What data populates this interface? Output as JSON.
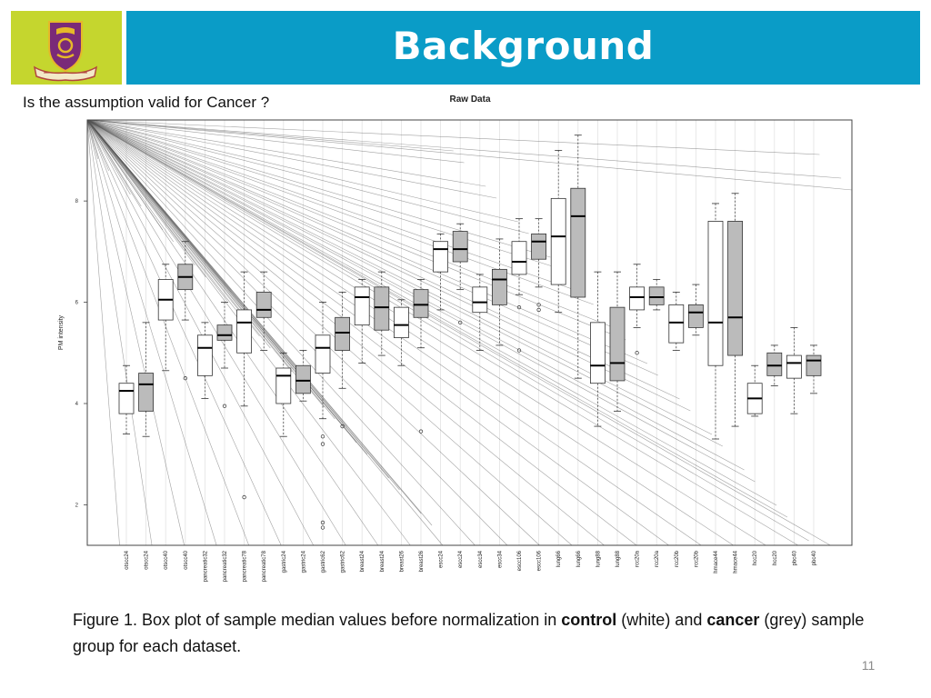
{
  "header": {
    "title": "Background",
    "bar_color": "#0a9cc7",
    "logo_bg_color": "#c5d62e",
    "logo_icon": "university-crest-icon"
  },
  "question": "Is the assumption valid for Cancer ?",
  "caption": {
    "part1": "Figure 1. Box plot of sample median values before normalization in ",
    "bold1": "control",
    "part2": " (white) and ",
    "bold2": "cancer",
    "part3": " (grey) sample group for each dataset."
  },
  "page_number": "11",
  "chart_data": {
    "type": "box",
    "title": "Raw Data",
    "ylabel": "PM intensity",
    "xlabel": "",
    "ylim": [
      1.2,
      9.6
    ],
    "yticks": [
      2,
      4,
      6,
      8
    ],
    "grid": true,
    "colors": {
      "control": "#ffffff",
      "cancer": "#bbbbbb"
    },
    "categories": [
      "otscc24",
      "otscc24",
      "otscc40",
      "otscc40",
      "pancreatic32",
      "pancreatic32",
      "pancreatic78",
      "pancreatic78",
      "gastric24",
      "gastric24",
      "gastric62",
      "gastric62",
      "breast24",
      "breast24",
      "breast26",
      "breast26",
      "escc24",
      "escc24",
      "escc34",
      "escc34",
      "escc106",
      "escc106",
      "lung66",
      "lung66",
      "lung88",
      "lung88",
      "rcc20a",
      "rcc20a",
      "rcc20b",
      "rcc20b",
      "hmace44",
      "hmace44",
      "hcc20",
      "hcc20",
      "pbc40",
      "pbc40"
    ],
    "groups": [
      "control",
      "cancer",
      "control",
      "cancer",
      "control",
      "cancer",
      "control",
      "cancer",
      "control",
      "cancer",
      "control",
      "cancer",
      "control",
      "cancer",
      "control",
      "cancer",
      "control",
      "cancer",
      "control",
      "cancer",
      "control",
      "cancer",
      "control",
      "cancer",
      "control",
      "cancer",
      "control",
      "cancer",
      "control",
      "cancer",
      "control",
      "cancer",
      "control",
      "cancer",
      "control",
      "cancer"
    ],
    "boxes": [
      {
        "lw": 3.4,
        "q1": 3.8,
        "med": 4.25,
        "q3": 4.4,
        "uw": 4.75,
        "outliers": []
      },
      {
        "lw": 3.35,
        "q1": 3.85,
        "med": 4.38,
        "q3": 4.6,
        "uw": 5.6,
        "outliers": []
      },
      {
        "lw": 4.65,
        "q1": 5.65,
        "med": 6.05,
        "q3": 6.45,
        "uw": 6.75,
        "outliers": []
      },
      {
        "lw": 5.65,
        "q1": 6.25,
        "med": 6.5,
        "q3": 6.75,
        "uw": 7.2,
        "outliers": [
          4.5
        ]
      },
      {
        "lw": 4.1,
        "q1": 4.55,
        "med": 5.1,
        "q3": 5.35,
        "uw": 5.6,
        "outliers": []
      },
      {
        "lw": 4.7,
        "q1": 5.25,
        "med": 5.35,
        "q3": 5.55,
        "uw": 6.0,
        "outliers": [
          3.95
        ]
      },
      {
        "lw": 3.95,
        "q1": 5.0,
        "med": 5.6,
        "q3": 5.85,
        "uw": 6.6,
        "outliers": [
          2.15
        ]
      },
      {
        "lw": 5.05,
        "q1": 5.7,
        "med": 5.85,
        "q3": 6.2,
        "uw": 6.6,
        "outliers": []
      },
      {
        "lw": 3.35,
        "q1": 4.0,
        "med": 4.55,
        "q3": 4.7,
        "uw": 5.0,
        "outliers": []
      },
      {
        "lw": 4.05,
        "q1": 4.2,
        "med": 4.45,
        "q3": 4.75,
        "uw": 5.05,
        "outliers": []
      },
      {
        "lw": 3.7,
        "q1": 4.6,
        "med": 5.1,
        "q3": 5.35,
        "uw": 6.0,
        "outliers": [
          3.35,
          3.2,
          1.65,
          1.55
        ]
      },
      {
        "lw": 4.3,
        "q1": 5.05,
        "med": 5.4,
        "q3": 5.7,
        "uw": 6.2,
        "outliers": [
          3.55
        ]
      },
      {
        "lw": 4.8,
        "q1": 5.55,
        "med": 6.1,
        "q3": 6.3,
        "uw": 6.45,
        "outliers": []
      },
      {
        "lw": 4.95,
        "q1": 5.45,
        "med": 5.9,
        "q3": 6.3,
        "uw": 6.6,
        "outliers": []
      },
      {
        "lw": 4.75,
        "q1": 5.3,
        "med": 5.55,
        "q3": 5.9,
        "uw": 6.05,
        "outliers": []
      },
      {
        "lw": 5.1,
        "q1": 5.7,
        "med": 5.95,
        "q3": 6.25,
        "uw": 6.45,
        "outliers": [
          3.45
        ]
      },
      {
        "lw": 5.85,
        "q1": 6.6,
        "med": 7.05,
        "q3": 7.2,
        "uw": 7.35,
        "outliers": []
      },
      {
        "lw": 6.25,
        "q1": 6.8,
        "med": 7.05,
        "q3": 7.4,
        "uw": 7.55,
        "outliers": [
          5.6
        ]
      },
      {
        "lw": 5.05,
        "q1": 5.8,
        "med": 6.0,
        "q3": 6.3,
        "uw": 6.55,
        "outliers": []
      },
      {
        "lw": 5.15,
        "q1": 5.95,
        "med": 6.45,
        "q3": 6.65,
        "uw": 7.25,
        "outliers": []
      },
      {
        "lw": 6.15,
        "q1": 6.55,
        "med": 6.8,
        "q3": 7.2,
        "uw": 7.65,
        "outliers": [
          5.9,
          5.05
        ]
      },
      {
        "lw": 6.3,
        "q1": 6.85,
        "med": 7.2,
        "q3": 7.35,
        "uw": 7.65,
        "outliers": [
          5.95,
          5.85
        ]
      },
      {
        "lw": 5.8,
        "q1": 6.35,
        "med": 7.3,
        "q3": 8.05,
        "uw": 9.0,
        "outliers": []
      },
      {
        "lw": 4.5,
        "q1": 6.1,
        "med": 7.7,
        "q3": 8.25,
        "uw": 9.3,
        "outliers": []
      },
      {
        "lw": 3.55,
        "q1": 4.4,
        "med": 4.75,
        "q3": 5.6,
        "uw": 6.6,
        "outliers": []
      },
      {
        "lw": 3.85,
        "q1": 4.45,
        "med": 4.8,
        "q3": 5.9,
        "uw": 6.6,
        "outliers": []
      },
      {
        "lw": 5.5,
        "q1": 5.85,
        "med": 6.1,
        "q3": 6.3,
        "uw": 6.75,
        "outliers": [
          5.0
        ]
      },
      {
        "lw": 5.85,
        "q1": 5.95,
        "med": 6.1,
        "q3": 6.3,
        "uw": 6.45,
        "outliers": []
      },
      {
        "lw": 5.05,
        "q1": 5.2,
        "med": 5.6,
        "q3": 5.95,
        "uw": 6.2,
        "outliers": []
      },
      {
        "lw": 5.35,
        "q1": 5.5,
        "med": 5.8,
        "q3": 5.95,
        "uw": 6.35,
        "outliers": []
      },
      {
        "lw": 3.3,
        "q1": 4.75,
        "med": 5.6,
        "q3": 7.6,
        "uw": 7.95,
        "outliers": []
      },
      {
        "lw": 3.55,
        "q1": 4.95,
        "med": 5.7,
        "q3": 7.6,
        "uw": 8.15,
        "outliers": []
      },
      {
        "lw": 3.75,
        "q1": 3.8,
        "med": 4.1,
        "q3": 4.4,
        "uw": 4.75,
        "outliers": []
      },
      {
        "lw": 4.35,
        "q1": 4.55,
        "med": 4.75,
        "q3": 5.0,
        "uw": 5.15,
        "outliers": []
      },
      {
        "lw": 3.8,
        "q1": 4.5,
        "med": 4.8,
        "q3": 4.95,
        "uw": 5.5,
        "outliers": []
      },
      {
        "lw": 4.2,
        "q1": 4.55,
        "med": 4.85,
        "q3": 4.95,
        "uw": 5.15,
        "outliers": []
      }
    ]
  }
}
